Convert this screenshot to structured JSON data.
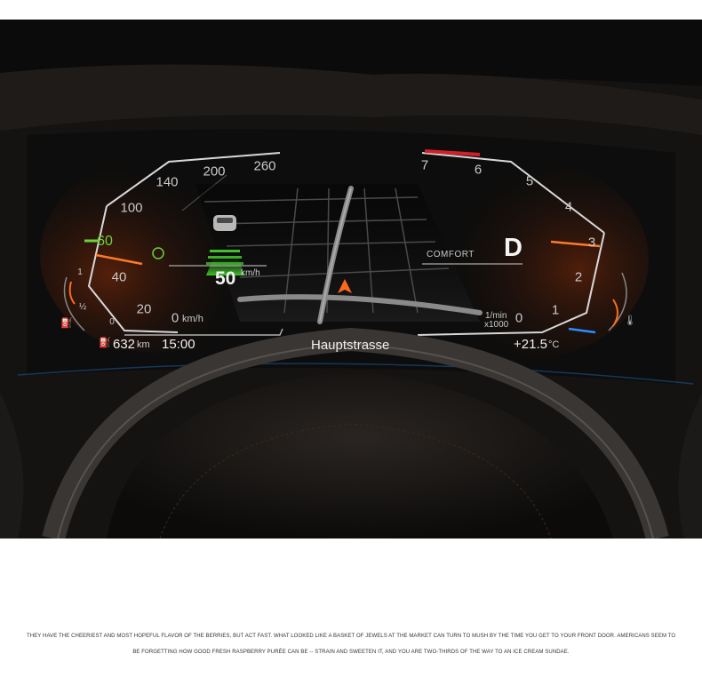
{
  "speedometer": {
    "ticks": [
      "0",
      "20",
      "40",
      "60",
      "100",
      "140",
      "200",
      "260"
    ],
    "unit": "km/h",
    "speed_limit_marker": "60"
  },
  "driver_assist": {
    "set_speed": "50",
    "set_speed_unit": "km/h"
  },
  "tachometer": {
    "ticks": [
      "0",
      "1",
      "2",
      "3",
      "4",
      "5",
      "6",
      "7"
    ],
    "unit_line1": "1/min",
    "unit_line2": "x1000",
    "gear": "D",
    "drive_mode": "COMFORT"
  },
  "fuel_gauge": {
    "full": "1",
    "half": "½",
    "empty": "0"
  },
  "status_bar": {
    "range": "632",
    "range_unit": "km",
    "time": "15:00",
    "street": "Hauptstrasse",
    "temperature": "+21.5",
    "temperature_unit": "°C"
  },
  "colors": {
    "accent_orange": "#ff6a1a",
    "accent_green": "#6cd23a",
    "redline": "#d2202a",
    "cool_blue": "#2a8fff"
  },
  "caption": {
    "line1": "THEY HAVE THE CHEERIEST AND MOST HOPEFUL FLAVOR OF THE BERRIES, BUT ACT FAST. WHAT LOOKED LIKE A BASKET OF JEWELS AT THE MARKET CAN TURN TO MUSH BY THE TIME YOU GET TO YOUR FRONT DOOR. AMERICANS SEEM TO",
    "line2": "BE FORGETTING HOW GOOD FRESH RASPBERRY PURÉE CAN BE -- STRAIN AND SWEETEN IT, AND YOU ARE TWO-THIRDS OF THE WAY TO AN ICE CREAM SUNDAE."
  }
}
